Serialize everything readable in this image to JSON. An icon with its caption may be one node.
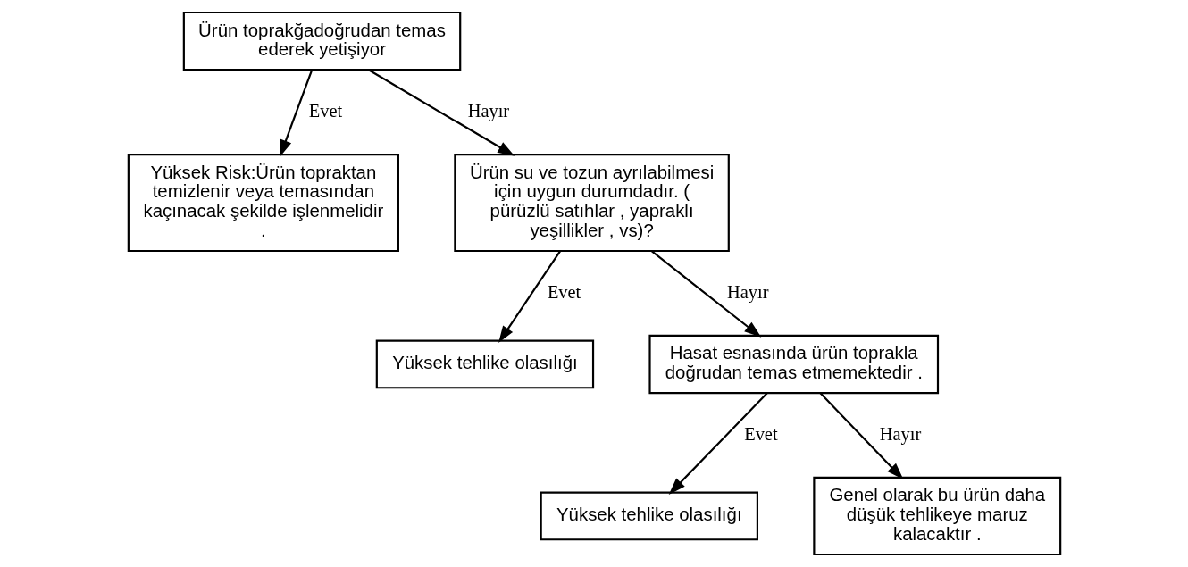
{
  "diagram": {
    "nodes": [
      {
        "text": [
          "Ürün toprakğadoğrudan temas ederek yetişiyor"
        ]
      },
      {
        "text": [
          "Yüksek Risk:Ürün topraktan temizlenir veya temasından kaçınacak şekilde işlenmelidir ."
        ]
      },
      {
        "text": [
          "Ürün su ve tozun ayrılabilmesi için uygun durumdadır. ( pürüzlü satıhlar , yapraklı yeşillikler , vs)?"
        ]
      },
      {
        "text": [
          "Yüksek tehlike olasılığı"
        ]
      },
      {
        "text": [
          "Hasat esnasında ürün toprakla doğrudan temas etmemektedir ."
        ]
      },
      {
        "text": [
          "Yüksek tehlike olasılığı"
        ]
      },
      {
        "text": [
          "Genel olarak bu ürün daha düşük tehlikeye maruz kalacaktır ."
        ]
      }
    ],
    "edges": [
      {
        "from": 0,
        "to": 1,
        "arrow": "to",
        "label": "Evet"
      },
      {
        "from": 0,
        "to": 2,
        "arrow": "to",
        "label": "Hayır"
      },
      {
        "from": 2,
        "to": 3,
        "arrow": "to",
        "label": "Evet"
      },
      {
        "from": 2,
        "to": 4,
        "arrow": "to",
        "label": "Hayır"
      },
      {
        "from": 4,
        "to": 5,
        "arrow": "to",
        "label": "Evet"
      },
      {
        "from": 4,
        "to": 6,
        "arrow": "to",
        "label": "Hayır"
      }
    ]
  }
}
